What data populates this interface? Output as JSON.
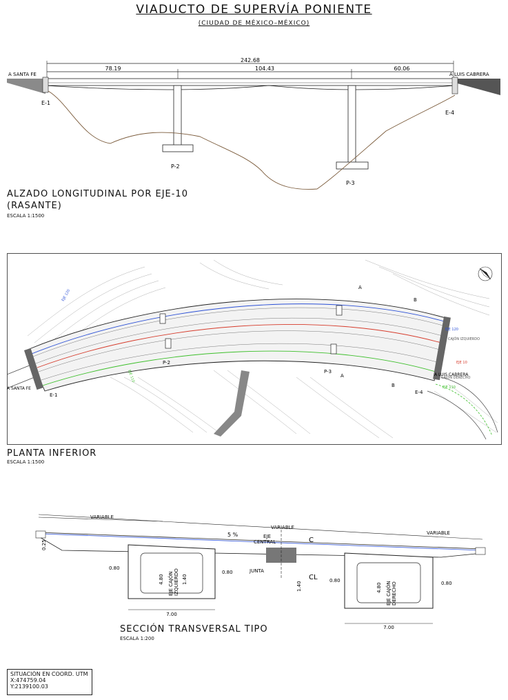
{
  "header": {
    "title": "VIADUCTO DE SUPERVÍA PONIENTE",
    "subtitle": "(CIUDAD DE MÉXICO–MÉXICO)"
  },
  "elevation": {
    "total_length": "242.68",
    "span_1": "78.19",
    "span_2": "104.43",
    "span_3": "60.06",
    "left_direction": "A SANTA FE",
    "right_direction": "A LUIS CABRERA",
    "abutment_1": "E-1",
    "abutment_4": "E-4",
    "pier_2": "P-2",
    "pier_3": "P-3",
    "caption_line1": "ALZADO LONGITUDINAL POR EJE-10",
    "caption_line2": "(RASANTE)",
    "scale": "ESCALA 1:1500"
  },
  "plan": {
    "left_direction": "A SANTA FE",
    "right_direction": "A LUIS CABRERA",
    "abutment_1": "E-1",
    "abutment_4": "E-4",
    "pier_2": "P-2",
    "pier_3": "P-3",
    "section_a": "A",
    "section_b": "B",
    "axis_120": "EJE 120",
    "axis_10": "EJE 10",
    "axis_110": "EJE 110",
    "left_box": "CAJÓN IZQUIERDO",
    "right_box": "CAJÓN DERECHO",
    "caption": "PLANTA INFERIOR",
    "scale": "ESCALA 1:1500",
    "colors": {
      "axis_120": "#2a4fd6",
      "axis_10": "#d63a2a",
      "axis_110": "#3cbf2a",
      "contours": "#777777"
    }
  },
  "section": {
    "variable_left": "VARIABLE",
    "variable_center": "VARIABLE",
    "variable_right": "VARIABLE",
    "slope": "5 %",
    "central_axis_line1": "EJE",
    "central_axis_line2": "CENTRAL",
    "joint": "JUNTA",
    "cl_label": "C",
    "cl_label_2": "CL",
    "curb_height": "0.25",
    "web_left_outer": "0.80",
    "web_left_inner": "0.80",
    "web_right_inner": "0.80",
    "web_right_outer": "0.80",
    "height_left": "4.80",
    "slab_left": "1.40",
    "slab_center": "1.40",
    "height_right": "4.80",
    "left_box_axis_line1": "EJE CAJÓN",
    "left_box_axis_line2": "IZQUIERDO",
    "right_box_axis_line1": "EJE CAJÓN",
    "right_box_axis_line2": "DERECHO",
    "width_left": "7.00",
    "width_right": "7.00",
    "caption": "SECCIÓN TRANSVERSAL TIPO",
    "scale": "ESCALA 1:200"
  },
  "coordinates": {
    "title": "SITUACIÓN EN COORD. UTM",
    "x": "X:474759.04",
    "y": "Y:2139100.03"
  }
}
